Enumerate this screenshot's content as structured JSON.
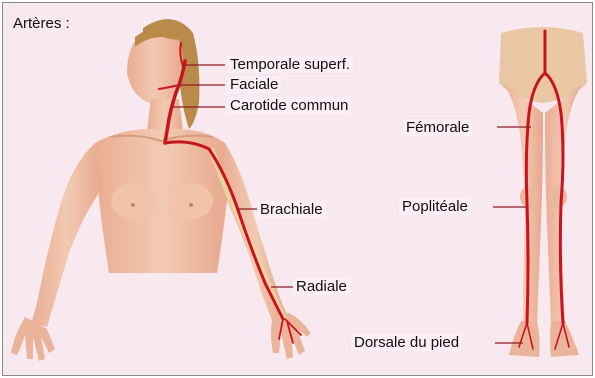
{
  "diagram": {
    "title": "Artères :",
    "labels": {
      "temporale": "Temporale superf.",
      "faciale": "Faciale",
      "carotide": "Carotide commun",
      "brachiale": "Brachiale",
      "radiale": "Radiale",
      "femorale": "Fémorale",
      "poplitéale": "Poplitéale",
      "dorsale": "Dorsale du pied"
    },
    "colors": {
      "background": "#f7e9ef",
      "skin": "#efbfa6",
      "artery": "#c8141e",
      "hair": "#b98a4a",
      "leader": "#8c1d25"
    }
  }
}
